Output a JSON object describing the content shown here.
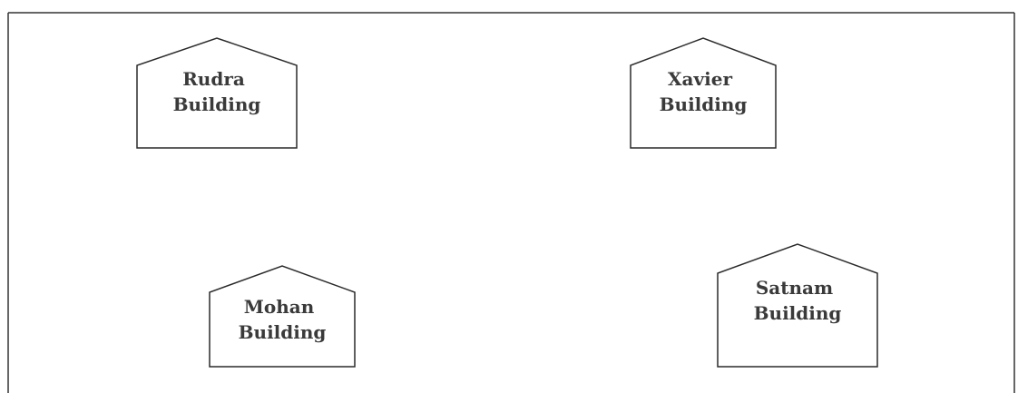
{
  "diagram": {
    "buildings": [
      {
        "id": "rudra",
        "line1": "Rudra",
        "line2": "Building"
      },
      {
        "id": "xavier",
        "line1": "Xavier",
        "line2": "Building"
      },
      {
        "id": "mohan",
        "line1": "Mohan",
        "line2": "Building"
      },
      {
        "id": "satnam",
        "line1": "Satnam",
        "line2": "Building"
      }
    ]
  }
}
